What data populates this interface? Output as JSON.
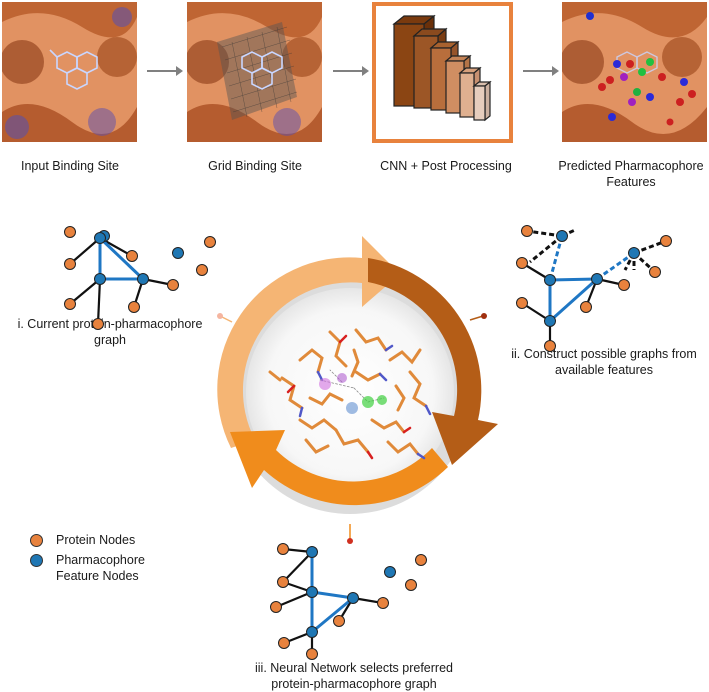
{
  "top_row": {
    "steps": [
      {
        "label": "Input Binding Site"
      },
      {
        "label": "Grid Binding Site"
      },
      {
        "label": "CNN + Post Processing"
      },
      {
        "label": "Predicted Pharmacophore\nFeatures"
      }
    ]
  },
  "cycle": {
    "step_i": "i. Current protein-pharmacophore graph",
    "step_ii": "ii. Construct possible graphs from available features",
    "step_iii": "iii. Neural Network selects preferred protein-pharmacophore graph"
  },
  "legend": {
    "protein": "Protein Nodes",
    "pharmacophore": "Pharmacophore Feature Nodes"
  },
  "colors": {
    "protein_node": "#e8823d",
    "pharma_node": "#1f77b4",
    "edge_blue": "#1f77c4",
    "arrow_light": "#f5b574",
    "arrow_dark": "#b45d17",
    "arrow_mid": "#f08c1c",
    "cnn_border": "#e8823d"
  }
}
